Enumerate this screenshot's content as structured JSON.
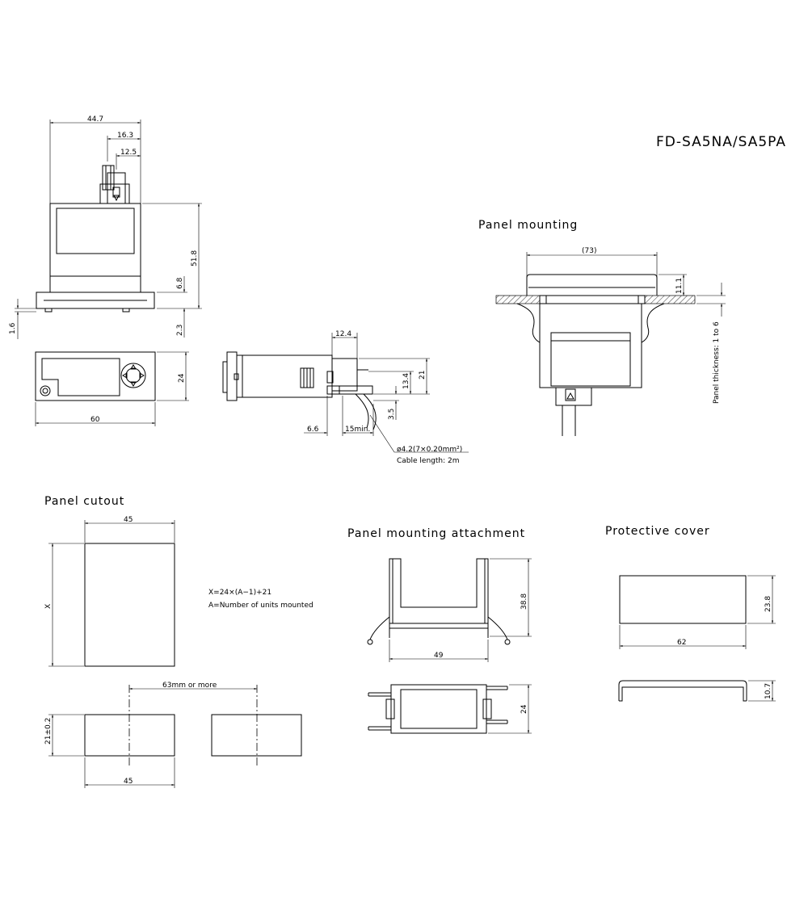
{
  "model": "FD-SA5NA/SA5PA",
  "headings": {
    "panel_mounting": "Panel mounting",
    "panel_cutout": "Panel cutout",
    "panel_mounting_attachment": "Panel mounting attachment",
    "protective_cover": "Protective cover"
  },
  "dims": {
    "front_width_overall": "44.7",
    "front_width_16": "16.3",
    "front_width_12": "12.5",
    "front_height": "51.8",
    "front_base": "6.8",
    "front_foot": "2.3",
    "front_left": "1.6",
    "top_width": "60",
    "top_height": "24",
    "side_top": "12.4",
    "side_height": "21",
    "side_mid": "13.4",
    "side_low": "3.5",
    "side_left": "6.6",
    "side_min": "15min.",
    "pm_width": "(73)",
    "pm_height": "11.1",
    "pc_width_top": "45",
    "pc_height": "X",
    "pc_gap": "63mm or more",
    "pc_small_height": "21±0.2",
    "pc_width_bottom": "45",
    "att_height": "38.8",
    "att_width": "49",
    "att_bottom_height": "24",
    "cov_height": "23.8",
    "cov_width": "62",
    "cov_bottom_height": "10.7"
  },
  "notes": {
    "cable_spec": "ø4.2(7×0.20mm²)",
    "cable_length": "Cable length: 2m",
    "panel_thickness": "Panel thickness: 1 to 6",
    "formula": "X=24×(A−1)+21",
    "formula_def": "A=Number of units mounted"
  }
}
